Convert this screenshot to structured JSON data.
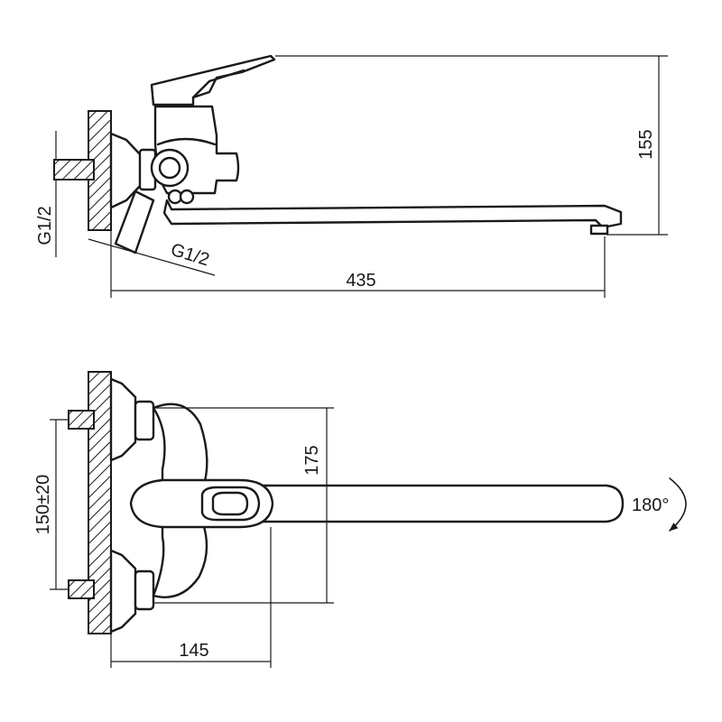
{
  "dimensions": {
    "height_155": "155",
    "width_435": "435",
    "thread_inlet": "G1/2",
    "thread_outlet": "G1/2",
    "height_175": "175",
    "spacing": "150±20",
    "depth_145": "145",
    "rotation": "180°"
  },
  "colors": {
    "line": "#1a1a1a",
    "background": "#ffffff"
  }
}
